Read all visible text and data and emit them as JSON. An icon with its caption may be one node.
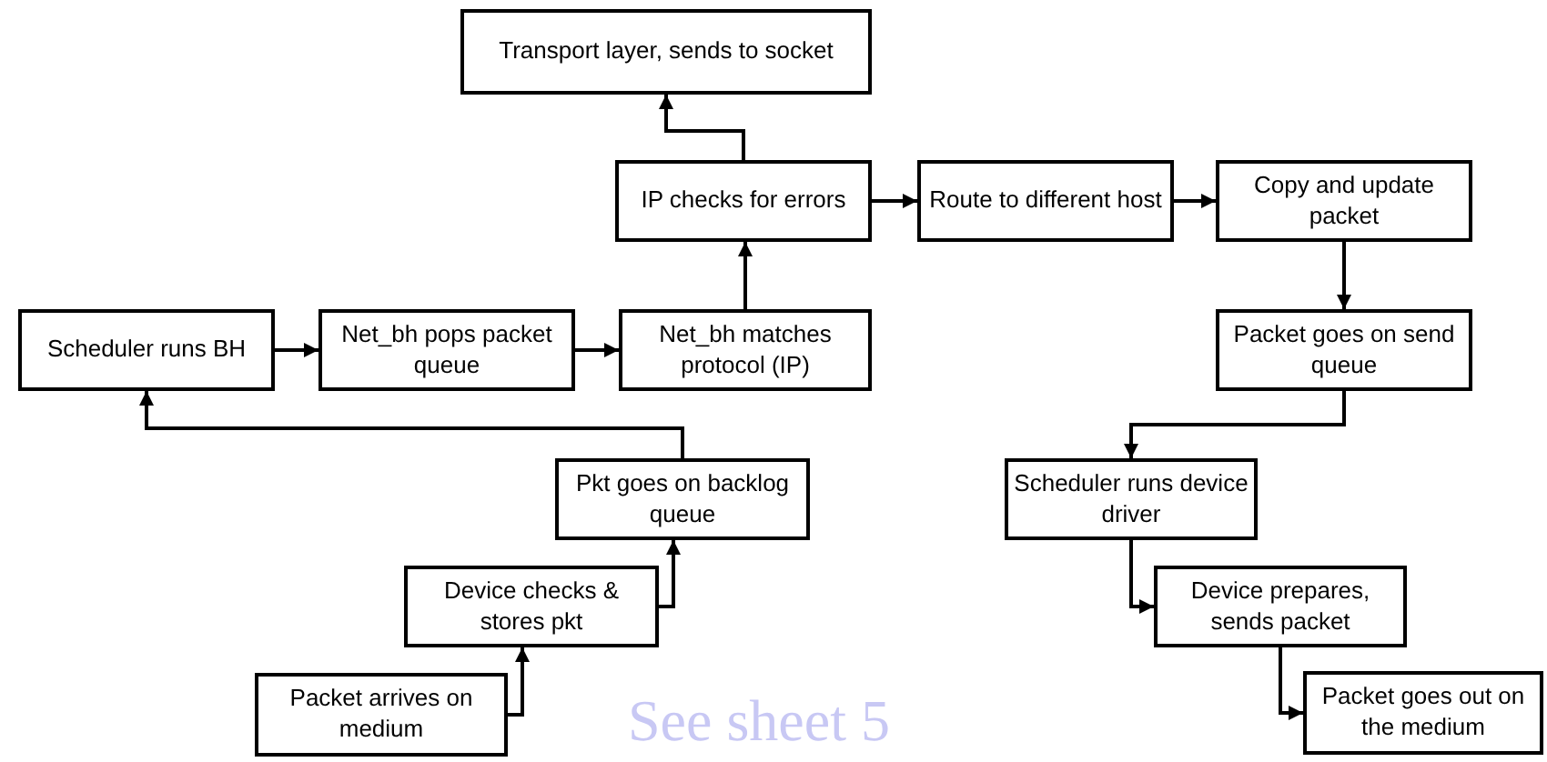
{
  "diagram": {
    "nodes": [
      {
        "text": [
          "Transport layer, sends to socket"
        ]
      },
      {
        "text": [
          "IP checks for errors"
        ]
      },
      {
        "text": [
          "Route to different host"
        ]
      },
      {
        "text": [
          "Copy and update packet"
        ]
      },
      {
        "text": [
          "Scheduler runs BH"
        ]
      },
      {
        "text": [
          "Net_bh pops packet queue"
        ]
      },
      {
        "text": [
          "Net_bh matches protocol (IP)"
        ]
      },
      {
        "text": [
          "Packet goes on send queue"
        ]
      },
      {
        "text": [
          "Pkt goes on backlog queue"
        ]
      },
      {
        "text": [
          "Scheduler runs device driver"
        ]
      },
      {
        "text": [
          "Device checks & stores pkt"
        ]
      },
      {
        "text": [
          "Device prepares, sends packet"
        ]
      },
      {
        "text": [
          "Packet arrives on medium"
        ]
      },
      {
        "text": [
          "Packet goes out on the medium"
        ]
      }
    ],
    "edges": [
      {
        "from": 4,
        "to": 5,
        "arrow": "to"
      },
      {
        "from": 5,
        "to": 6,
        "arrow": "to"
      },
      {
        "from": 6,
        "to": 1,
        "arrow": "to"
      },
      {
        "from": 1,
        "to": 0,
        "arrow": "to"
      },
      {
        "from": 1,
        "to": 2,
        "arrow": "to"
      },
      {
        "from": 2,
        "to": 3,
        "arrow": "to"
      },
      {
        "from": 3,
        "to": 7,
        "arrow": "to"
      },
      {
        "from": 7,
        "to": 9,
        "arrow": "to"
      },
      {
        "from": 9,
        "to": 11,
        "arrow": "to"
      },
      {
        "from": 11,
        "to": 13,
        "arrow": "to"
      },
      {
        "from": 12,
        "to": 10,
        "arrow": "to"
      },
      {
        "from": 10,
        "to": 8,
        "arrow": "to"
      },
      {
        "from": 8,
        "to": 4,
        "arrow": "to"
      }
    ],
    "labels": [
      "See sheet 5"
    ]
  }
}
